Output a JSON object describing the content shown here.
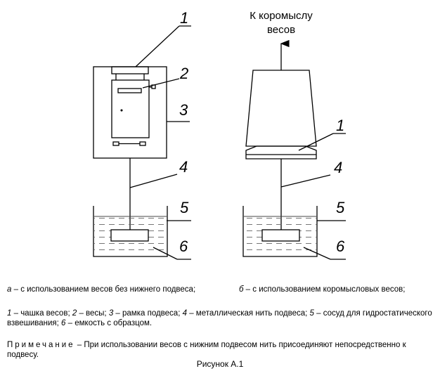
{
  "diagram": {
    "top_label_line1": "К коромыслу",
    "top_label_line2": "весов",
    "left_numbers": [
      "1",
      "2",
      "3",
      "4",
      "5",
      "6"
    ],
    "right_numbers": [
      "1",
      "4",
      "5",
      "6"
    ]
  },
  "captions": {
    "a_letter": "а",
    "a_text": " – с использованием весов без нижнего подвеса;",
    "b_letter": "б",
    "b_text": " – с использованием коромысловых весов;",
    "legend": [
      {
        "num": "1",
        "text": " – чашка весов; "
      },
      {
        "num": "2",
        "text": " – весы; "
      },
      {
        "num": "3",
        "text": " – рамка подвеса; "
      },
      {
        "num": "4",
        "text": " – металлическая нить подвеса; "
      },
      {
        "num": "5",
        "text": " – сосуд для гидростатического взвешивания; "
      },
      {
        "num": "6",
        "text": " – емкость с образцом."
      }
    ],
    "note_label": "Примечание",
    "note_text": " – При использовании весов с нижним подвесом нить присоединяют непосредственно к подвесу.",
    "figure": "Рисунок А.1"
  }
}
